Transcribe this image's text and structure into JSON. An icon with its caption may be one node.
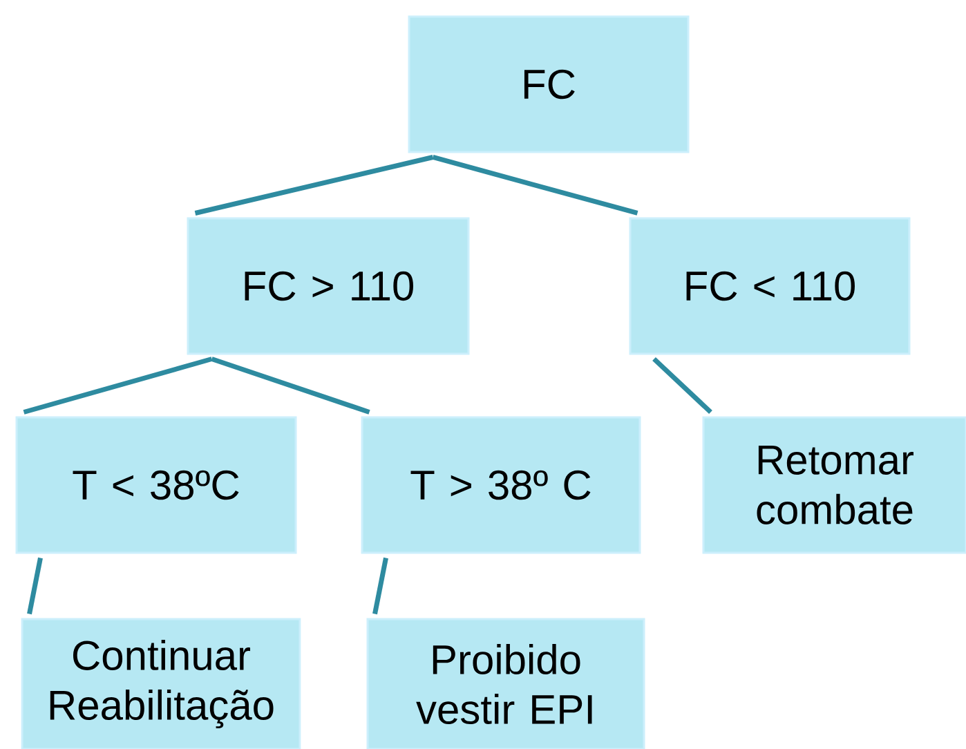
{
  "diagram": {
    "nodes": [
      {
        "text": [
          "FC"
        ]
      },
      {
        "text": [
          "FC > 110"
        ]
      },
      {
        "text": [
          "FC < 110"
        ]
      },
      {
        "text": [
          "T < 38ºC"
        ]
      },
      {
        "text": [
          "T > 38º C"
        ]
      },
      {
        "text": [
          "Retomar combate"
        ]
      },
      {
        "text": [
          "Continuar Reabilitação"
        ]
      },
      {
        "text": [
          "Proibido vestir EPI"
        ]
      }
    ],
    "edges": [
      {
        "from": 0,
        "to": 1,
        "arrow": "none"
      },
      {
        "from": 0,
        "to": 2,
        "arrow": "none"
      },
      {
        "from": 1,
        "to": 3,
        "arrow": "none"
      },
      {
        "from": 1,
        "to": 4,
        "arrow": "none"
      },
      {
        "from": 2,
        "to": 5,
        "arrow": "none"
      },
      {
        "from": 3,
        "to": 6,
        "arrow": "none"
      },
      {
        "from": 4,
        "to": 7,
        "arrow": "none"
      }
    ]
  }
}
